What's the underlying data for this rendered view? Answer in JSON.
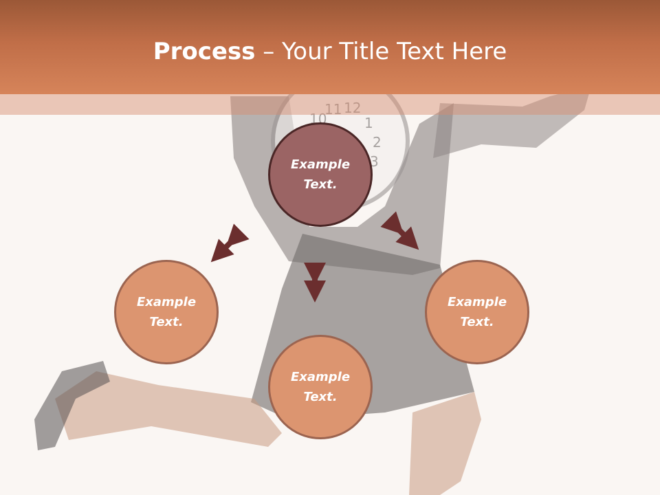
{
  "slide": {
    "title_bold": "Process",
    "title_rest": " – Your Title Text Here"
  },
  "circles": {
    "top": "Example\nText.",
    "left": "Example\nText.",
    "right": "Example\nText.",
    "bottom": "Example\nText."
  },
  "clock_numbers": [
    "10",
    "11",
    "12",
    "1",
    "2",
    "3"
  ],
  "colors": {
    "title_bar": "#c06e48",
    "center_circle": "#9b6464",
    "side_circle": "#dc9570",
    "arrow": "#6b2e2e"
  }
}
